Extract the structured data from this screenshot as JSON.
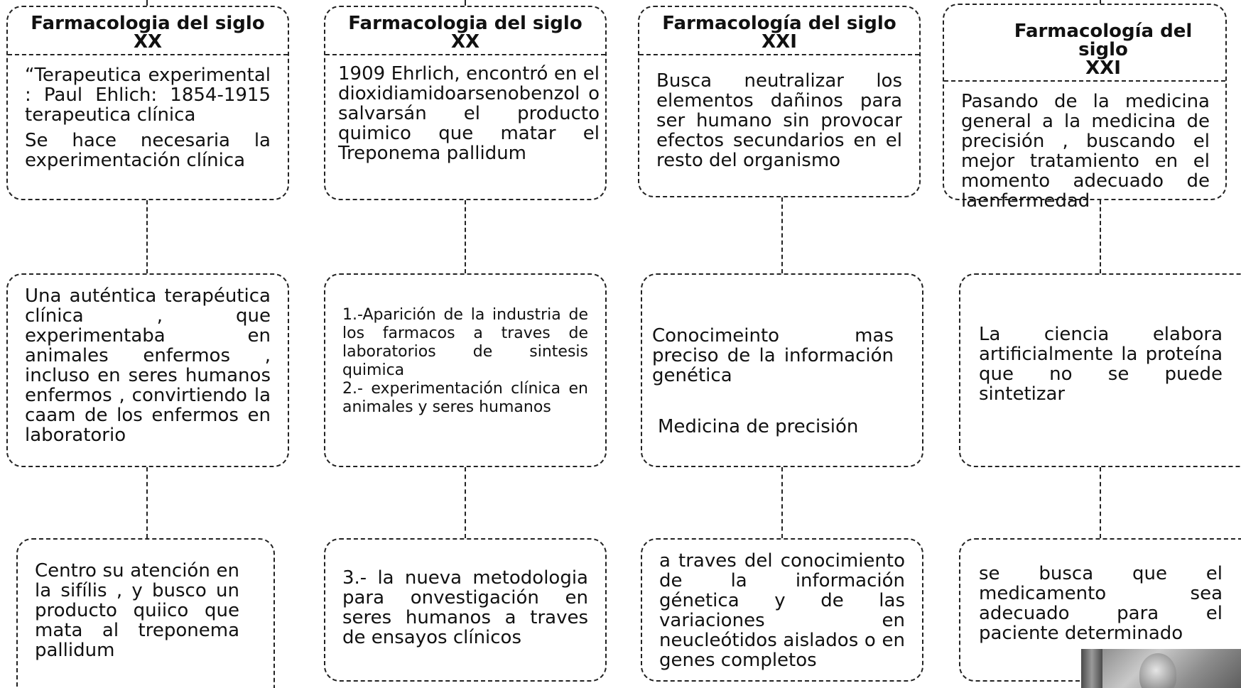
{
  "columns": [
    {
      "title": [
        "Farmacologia del siglo",
        "XX"
      ],
      "top_body": [
        "“Terapeutica experimental : Paul Ehlich: 1854-1915 terapeutica clínica",
        "Se hace necesaria la experimentación clínica"
      ],
      "middle_body": [
        "Una auténtica terapéutica clínica , que experimentaba en animales enfermos , incluso en seres humanos enfermos , convirtiendo la caam de los enfermos en laboratorio"
      ],
      "bottom_body": [
        "Centro su atención en la sifílis , y busco un producto quiico que mata al treponema pallidum"
      ]
    },
    {
      "title": [
        "Farmacologia del siglo",
        "XX"
      ],
      "top_body": [
        "1909 Ehrlich, encontró en el dioxidiamidoarsenobenzol o salvarsán el producto quimico que matar el Treponema pallidum"
      ],
      "middle_body": [
        "1.-Aparición de la industria de los farmacos a traves de laboratorios de sintesis quimica",
        "2.- experimentación clínica en animales y seres humanos"
      ],
      "bottom_body": [
        "3.- la nueva metodologia para onvestigación en seres humanos a traves de ensayos clínicos"
      ]
    },
    {
      "title": [
        "Farmacología del siglo",
        "XXI"
      ],
      "top_body": [
        "Busca neutralizar los elementos dañinos para ser humano sin provocar efectos secundarios en el resto del organismo"
      ],
      "middle_body": [
        "Conocimeinto mas preciso de la información genética",
        "Medicina de precisión"
      ],
      "bottom_body": [
        "a traves del conocimiento de la información génetica y de las variaciones en neucleótidos aislados o en genes completos"
      ]
    },
    {
      "title": [
        "Farmacología del siglo",
        "XXI"
      ],
      "top_body": [
        "Pasando de la medicina general a la medicina de precisión , buscando el mejor tratamiento en el momento adecuado de laenfermedad"
      ],
      "middle_body": [
        "La ciencia elabora artificialmente la proteína que no se puede sintetizar"
      ],
      "bottom_body": [
        "se busca que el medicamento sea adecuado para el paciente determinado"
      ]
    }
  ]
}
